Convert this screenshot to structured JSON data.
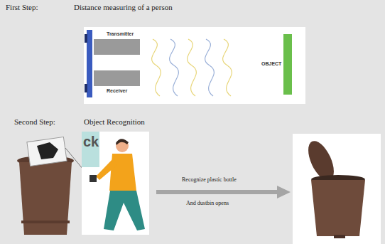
{
  "diagram": {
    "nodes": [
      {
        "text": [
          "Transmitter"
        ]
      },
      {
        "text": [
          "Receiver"
        ]
      },
      {
        "text": [
          "OBJECT"
        ]
      }
    ],
    "labels": [
      "First Step:",
      "Distance measuring of a person",
      "Second Step:",
      "Object Recognition",
      "ck",
      "Recognize plastic bottle",
      "And dustbin opens"
    ]
  }
}
